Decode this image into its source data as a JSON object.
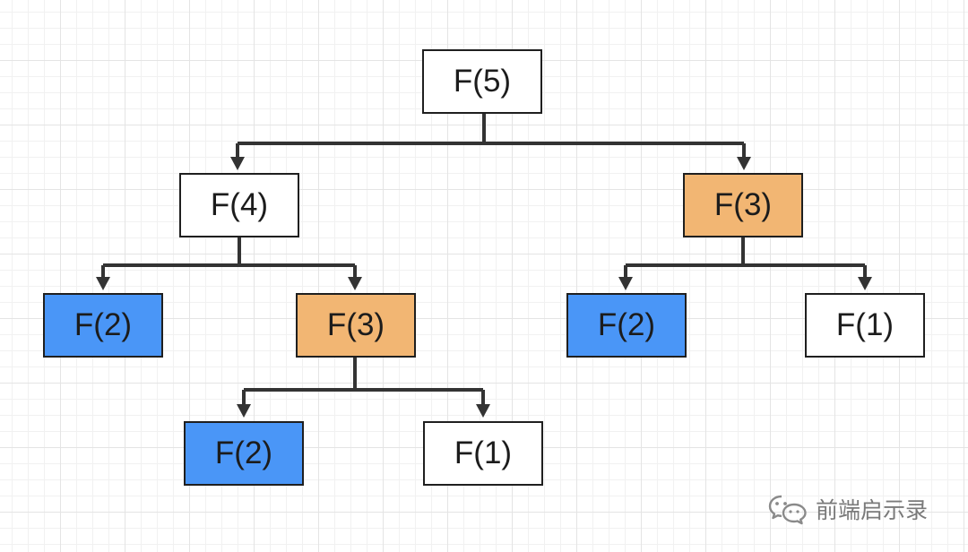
{
  "diagram": {
    "colors": {
      "default": "#ffffff",
      "repeated_f3": "#f2b673",
      "repeated_f2": "#4a96f7",
      "edge": "#333333"
    },
    "nodes": {
      "f5": {
        "label": "F(5)",
        "fill": "default"
      },
      "f4": {
        "label": "F(4)",
        "fill": "default"
      },
      "f3_right": {
        "label": "F(3)",
        "fill": "repeated_f3"
      },
      "f2_left": {
        "label": "F(2)",
        "fill": "repeated_f2"
      },
      "f3_mid": {
        "label": "F(3)",
        "fill": "repeated_f3"
      },
      "f2_right": {
        "label": "F(2)",
        "fill": "repeated_f2"
      },
      "f1_right": {
        "label": "F(1)",
        "fill": "default"
      },
      "f2_bottom": {
        "label": "F(2)",
        "fill": "repeated_f2"
      },
      "f1_bottom": {
        "label": "F(1)",
        "fill": "default"
      }
    },
    "edges": [
      {
        "from": "f5",
        "to": "f4"
      },
      {
        "from": "f5",
        "to": "f3_right"
      },
      {
        "from": "f4",
        "to": "f2_left"
      },
      {
        "from": "f4",
        "to": "f3_mid"
      },
      {
        "from": "f3_right",
        "to": "f2_right"
      },
      {
        "from": "f3_right",
        "to": "f1_right"
      },
      {
        "from": "f3_mid",
        "to": "f2_bottom"
      },
      {
        "from": "f3_mid",
        "to": "f1_bottom"
      }
    ]
  },
  "watermark": {
    "icon": "wechat-icon",
    "text": "前端启示录"
  }
}
